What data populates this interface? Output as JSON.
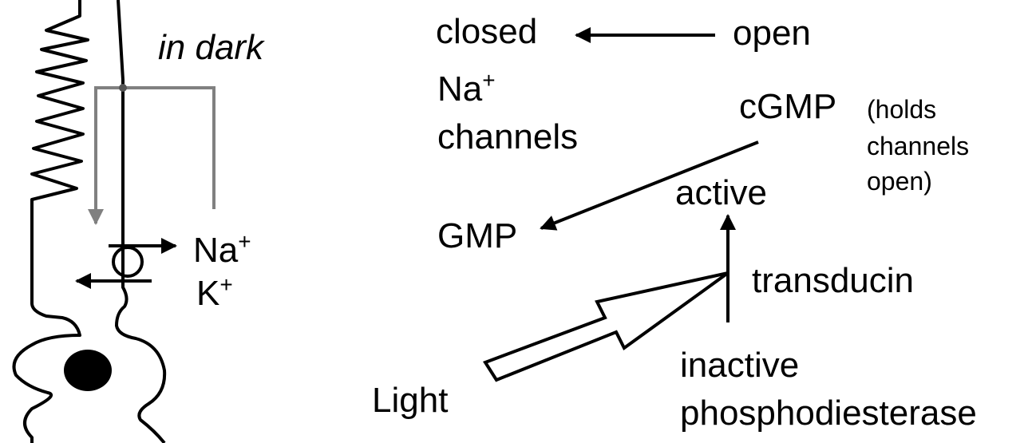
{
  "colors": {
    "ink": "#000000",
    "current_loop": "#808080",
    "background": "#ffffff"
  },
  "cell": {
    "condition_label": "in dark",
    "ion_out": "Na",
    "ion_out_charge": "+",
    "ion_in": "K",
    "ion_in_charge": "+"
  },
  "cascade": {
    "closed_label": "closed",
    "open_label": "open",
    "channel_ion": "Na",
    "channel_ion_charge": "+",
    "channels_label": "channels",
    "cgmp_label": "cGMP",
    "cgmp_note": [
      "(holds",
      "channels",
      "open)"
    ],
    "gmp_label": "GMP",
    "active_label": "active",
    "transducin_label": "transducin",
    "inactive_label": "inactive",
    "pde_label": "phosphodiesterase",
    "light_label": "Light"
  }
}
